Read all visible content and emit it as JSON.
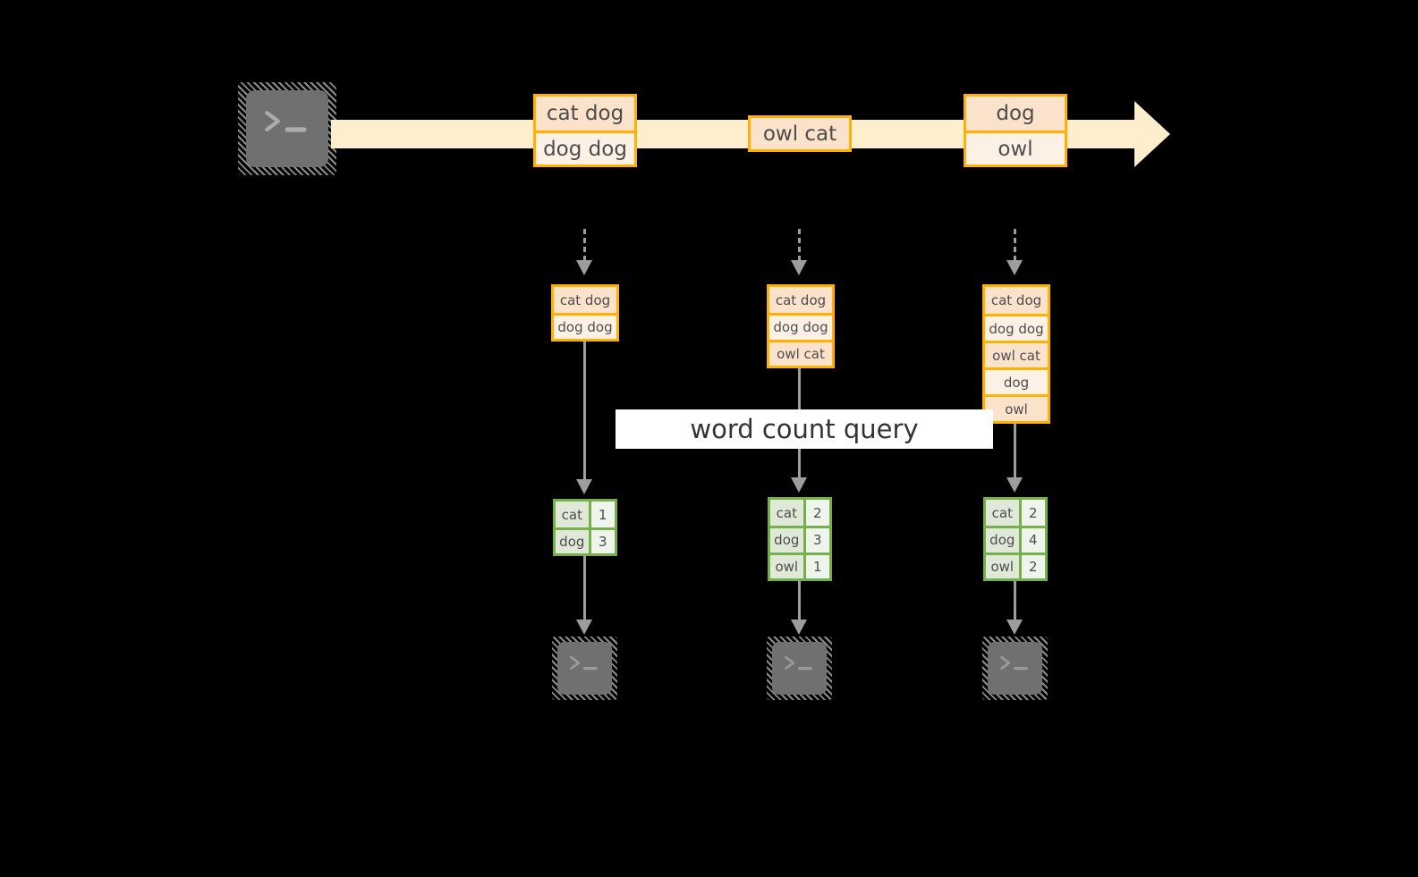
{
  "diagram": {
    "title": "word count query",
    "colors": {
      "background": "#000000",
      "stream_band": "#FDEFCE",
      "record_border": "#FFB000",
      "record_fill_dark": "#FBE2CB",
      "record_fill_light": "#FDF0E4",
      "table_border": "#76B04A",
      "table_key_fill": "#E0E9D8",
      "table_value_fill": "#EFF4EC",
      "arrow_gray": "#9D9D9D",
      "terminal_body": "#707070",
      "banner_fill": "#FFFFFF",
      "text": "#4D4D4D"
    },
    "source": {
      "icon": "terminal-icon",
      "glyph": ">_"
    },
    "stream": {
      "label": "",
      "arrow_direction": "right",
      "records": [
        {
          "lines": [
            "cat dog",
            "dog dog"
          ]
        },
        {
          "lines": [
            "owl cat"
          ]
        },
        {
          "lines": [
            "dog",
            "owl"
          ]
        }
      ]
    },
    "banner": {
      "label": "word count query"
    },
    "columns": [
      {
        "name": "snapshot-1",
        "input_records": [
          "cat dog",
          "dog dog"
        ],
        "result_table": {
          "rows": [
            {
              "key": "cat",
              "value": "1"
            },
            {
              "key": "dog",
              "value": "3"
            }
          ]
        },
        "sink": {
          "icon": "terminal-icon",
          "glyph": ">_"
        }
      },
      {
        "name": "snapshot-2",
        "input_records": [
          "cat dog",
          "dog dog",
          "owl cat"
        ],
        "result_table": {
          "rows": [
            {
              "key": "cat",
              "value": "2"
            },
            {
              "key": "dog",
              "value": "3"
            },
            {
              "key": "owl",
              "value": "1"
            }
          ]
        },
        "sink": {
          "icon": "terminal-icon",
          "glyph": ">_"
        }
      },
      {
        "name": "snapshot-3",
        "input_records": [
          "cat dog",
          "dog dog",
          "owl cat",
          "dog",
          "owl"
        ],
        "result_table": {
          "rows": [
            {
              "key": "cat",
              "value": "2"
            },
            {
              "key": "dog",
              "value": "4"
            },
            {
              "key": "owl",
              "value": "2"
            }
          ]
        },
        "sink": {
          "icon": "terminal-icon",
          "glyph": ">_"
        }
      }
    ]
  }
}
